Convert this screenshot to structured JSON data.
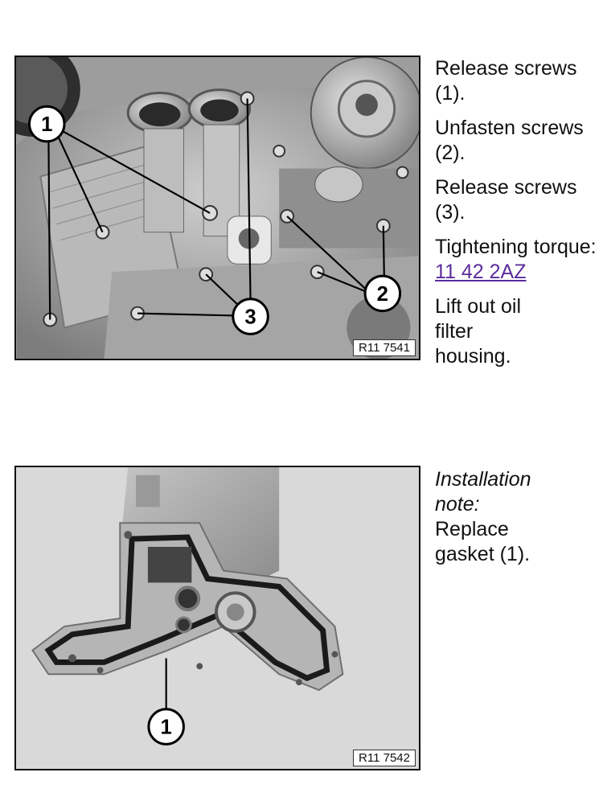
{
  "figure1": {
    "ref": "R11 7541",
    "callouts": [
      "1",
      "2",
      "3"
    ]
  },
  "instructions1": {
    "p1": "Release screws (1).",
    "p2": "Unfasten screws (2).",
    "p3": "Release screws (3).",
    "p4_prefix": "Tightening torque:",
    "p4_link": "11 42 2AZ",
    "p5": "Lift out oil filter housing."
  },
  "figure2": {
    "ref": "R11 7542",
    "callouts": [
      "1"
    ]
  },
  "instructions2": {
    "note_label": "Installation note:",
    "note_text": "Replace gasket (1)."
  }
}
